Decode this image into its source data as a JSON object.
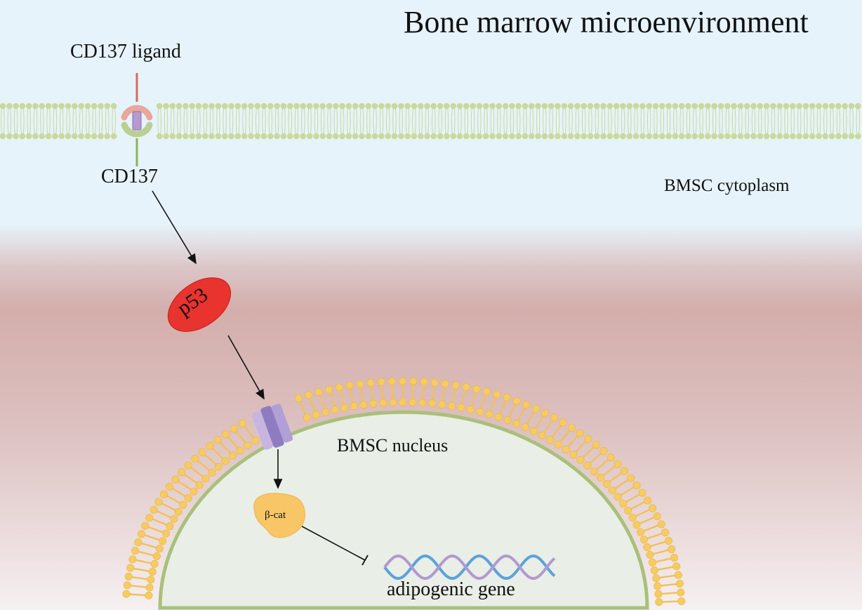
{
  "title": "Bone marrow microenvironment",
  "labels": {
    "ligand": "CD137 ligand",
    "receptor": "CD137",
    "cytoplasm": "BMSC cytoplasm",
    "p53": "p53",
    "nucleus": "BMSC nucleus",
    "bcat": "β-cat",
    "gene": "adipogenic gene"
  },
  "colors": {
    "membrane": "#c9d99a",
    "nuclear_membrane": "#f3c65c",
    "p53": "#e8332f",
    "ligand": "#d86a5a",
    "receptor": "#8fb05a",
    "pore": "#9a86c6",
    "nucleus": "#e9eee6"
  }
}
